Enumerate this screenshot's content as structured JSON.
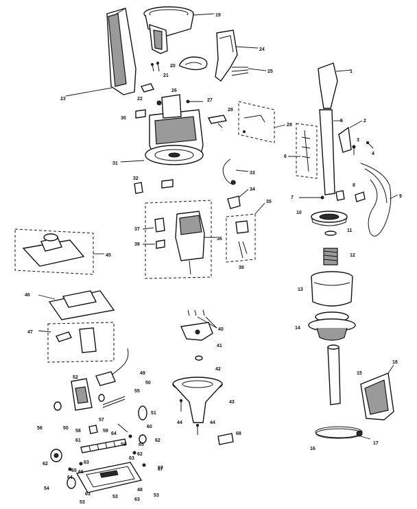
{
  "callouts": [
    {
      "id": "c1",
      "text": "1"
    },
    {
      "id": "c2",
      "text": "2"
    },
    {
      "id": "c3",
      "text": "3"
    },
    {
      "id": "c4",
      "text": "4"
    },
    {
      "id": "c5",
      "text": "5"
    },
    {
      "id": "c6",
      "text": "6"
    },
    {
      "id": "c7",
      "text": "7"
    },
    {
      "id": "c8",
      "text": "8"
    },
    {
      "id": "c9",
      "text": "9"
    },
    {
      "id": "c10",
      "text": "10"
    },
    {
      "id": "c11",
      "text": "11"
    },
    {
      "id": "c12",
      "text": "12"
    },
    {
      "id": "c13",
      "text": "13"
    },
    {
      "id": "c14",
      "text": "14"
    },
    {
      "id": "c15",
      "text": "15"
    },
    {
      "id": "c16",
      "text": "16"
    },
    {
      "id": "c17",
      "text": "17"
    },
    {
      "id": "c18",
      "text": "18"
    },
    {
      "id": "c19",
      "text": "19"
    },
    {
      "id": "c20",
      "text": "20"
    },
    {
      "id": "c21",
      "text": "21"
    },
    {
      "id": "c22",
      "text": "22"
    },
    {
      "id": "c23",
      "text": "23"
    },
    {
      "id": "c24",
      "text": "24"
    },
    {
      "id": "c25",
      "text": "25"
    },
    {
      "id": "c26",
      "text": "26"
    },
    {
      "id": "c27",
      "text": "27"
    },
    {
      "id": "c28",
      "text": "28"
    },
    {
      "id": "c29",
      "text": "29"
    },
    {
      "id": "c30",
      "text": "30"
    },
    {
      "id": "c31",
      "text": "31"
    },
    {
      "id": "c32",
      "text": "32"
    },
    {
      "id": "c33",
      "text": "33"
    },
    {
      "id": "c34",
      "text": "34"
    },
    {
      "id": "c35",
      "text": "35"
    },
    {
      "id": "c36",
      "text": "36"
    },
    {
      "id": "c37",
      "text": "37"
    },
    {
      "id": "c38",
      "text": "38"
    },
    {
      "id": "c39",
      "text": "39"
    },
    {
      "id": "c40",
      "text": "40"
    },
    {
      "id": "c41",
      "text": "41"
    },
    {
      "id": "c42",
      "text": "42"
    },
    {
      "id": "c43",
      "text": "43"
    },
    {
      "id": "c44a",
      "text": "44"
    },
    {
      "id": "c44b",
      "text": "44"
    },
    {
      "id": "c45",
      "text": "45"
    },
    {
      "id": "c46",
      "text": "46"
    },
    {
      "id": "c47",
      "text": "47"
    },
    {
      "id": "c48",
      "text": "48"
    },
    {
      "id": "c49",
      "text": "49"
    },
    {
      "id": "c50a",
      "text": "50"
    },
    {
      "id": "c50b",
      "text": "50"
    },
    {
      "id": "c51",
      "text": "51"
    },
    {
      "id": "c52",
      "text": "52"
    },
    {
      "id": "c53a",
      "text": "53"
    },
    {
      "id": "c53b",
      "text": "53"
    },
    {
      "id": "c53c",
      "text": "53"
    },
    {
      "id": "c54",
      "text": "54"
    },
    {
      "id": "c55",
      "text": "55"
    },
    {
      "id": "c56",
      "text": "56"
    },
    {
      "id": "c57a",
      "text": "57"
    },
    {
      "id": "c57b",
      "text": "57"
    },
    {
      "id": "c58a",
      "text": "58"
    },
    {
      "id": "c58b",
      "text": "58"
    },
    {
      "id": "c59",
      "text": "59"
    },
    {
      "id": "c60",
      "text": "60"
    },
    {
      "id": "c61",
      "text": "61"
    },
    {
      "id": "c62a",
      "text": "62"
    },
    {
      "id": "c62b",
      "text": "62"
    },
    {
      "id": "c62c",
      "text": "62"
    },
    {
      "id": "c63a",
      "text": "63"
    },
    {
      "id": "c63b",
      "text": "63"
    },
    {
      "id": "c63c",
      "text": "63"
    },
    {
      "id": "c63d",
      "text": "63"
    },
    {
      "id": "c64a",
      "text": "64"
    },
    {
      "id": "c64b",
      "text": "64"
    },
    {
      "id": "c65a",
      "text": "65"
    },
    {
      "id": "c65b",
      "text": "65"
    },
    {
      "id": "c66",
      "text": "66"
    },
    {
      "id": "c67",
      "text": "67"
    },
    {
      "id": "c68",
      "text": "68"
    }
  ]
}
